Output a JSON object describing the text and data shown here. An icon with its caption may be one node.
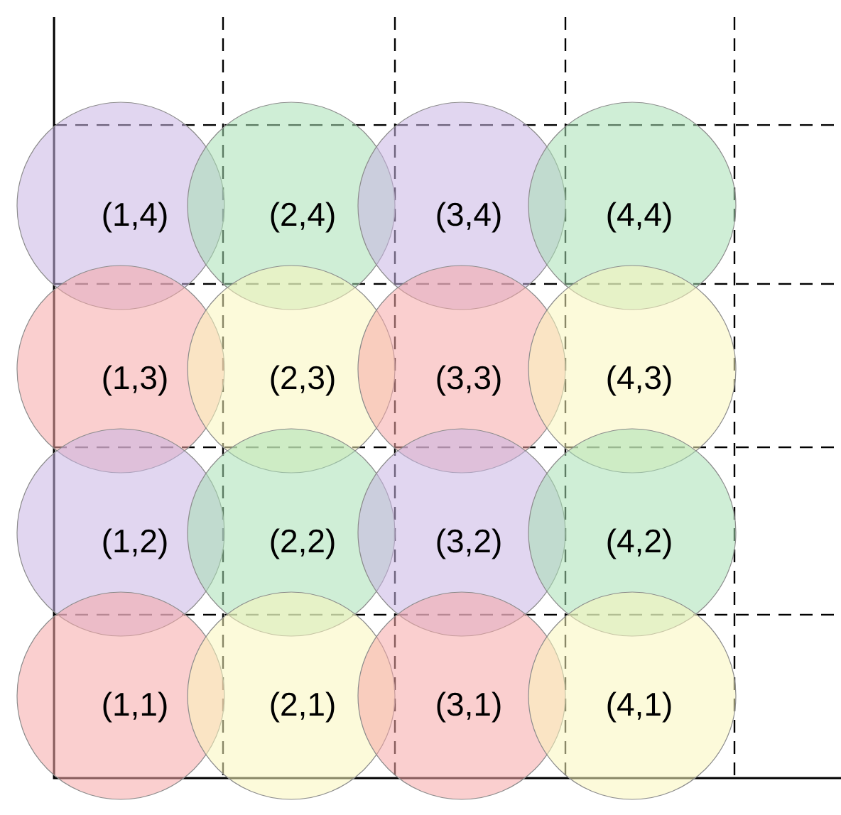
{
  "diagram": {
    "nodes": [
      {
        "text": [
          "(1,4)"
        ]
      },
      {
        "text": [
          "(2,4)"
        ]
      },
      {
        "text": [
          "(3,4)"
        ]
      },
      {
        "text": [
          "(4,4)"
        ]
      },
      {
        "text": [
          "(1,3)"
        ]
      },
      {
        "text": [
          "(2,3)"
        ]
      },
      {
        "text": [
          "(3,3)"
        ]
      },
      {
        "text": [
          "(4,3)"
        ]
      },
      {
        "text": [
          "(1,2)"
        ]
      },
      {
        "text": [
          "(2,2)"
        ]
      },
      {
        "text": [
          "(3,2)"
        ]
      },
      {
        "text": [
          "(4,2)"
        ]
      },
      {
        "text": [
          "(1,1)"
        ]
      },
      {
        "text": [
          "(2,1)"
        ]
      },
      {
        "text": [
          "(3,1)"
        ]
      },
      {
        "text": [
          "(4,1)"
        ]
      }
    ]
  }
}
